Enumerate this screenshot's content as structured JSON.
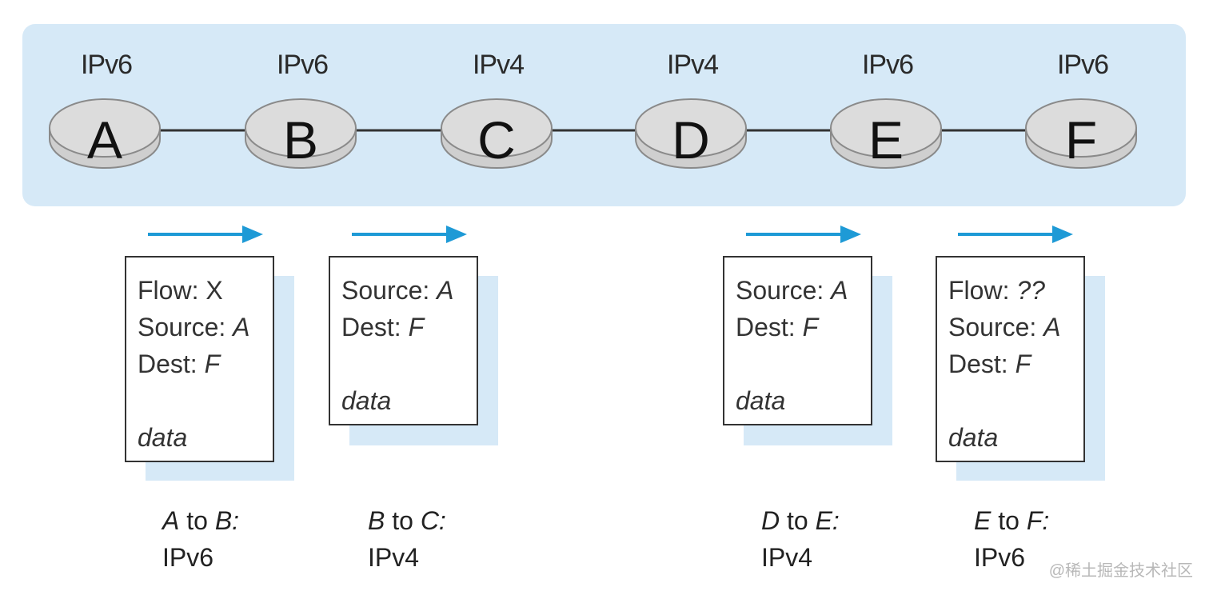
{
  "routers": [
    {
      "label": "A",
      "protocol": "IPv6"
    },
    {
      "label": "B",
      "protocol": "IPv6"
    },
    {
      "label": "C",
      "protocol": "IPv4"
    },
    {
      "label": "D",
      "protocol": "IPv4"
    },
    {
      "label": "E",
      "protocol": "IPv6"
    },
    {
      "label": "F",
      "protocol": "IPv6"
    }
  ],
  "packets": [
    {
      "flow_label": "Flow:",
      "flow_value": "X",
      "source_label": "Source:",
      "source_value": "A",
      "dest_label": "Dest:",
      "dest_value": "F",
      "data_label": "data",
      "hop_from": "A",
      "hop_to_word": "to",
      "hop_to": "B:",
      "hop_protocol": "IPv6"
    },
    {
      "source_label": "Source:",
      "source_value": "A",
      "dest_label": "Dest:",
      "dest_value": "F",
      "data_label": "data",
      "hop_from": "B",
      "hop_to_word": "to",
      "hop_to": "C:",
      "hop_protocol": "IPv4"
    },
    {
      "source_label": "Source:",
      "source_value": "A",
      "dest_label": "Dest:",
      "dest_value": "F",
      "data_label": "data",
      "hop_from": "D",
      "hop_to_word": "to",
      "hop_to": "E:",
      "hop_protocol": "IPv4"
    },
    {
      "flow_label": "Flow:",
      "flow_value": "??",
      "source_label": "Source:",
      "source_value": "A",
      "dest_label": "Dest:",
      "dest_value": "F",
      "data_label": "data",
      "hop_from": "E",
      "hop_to_word": "to",
      "hop_to": "F:",
      "hop_protocol": "IPv6"
    }
  ],
  "watermark": "@稀土掘金技术社区",
  "colors": {
    "band": "#d6e9f7",
    "arrow": "#1e9ad6",
    "router_fill": "#d9d9d9",
    "router_stroke": "#8a8a8a"
  }
}
